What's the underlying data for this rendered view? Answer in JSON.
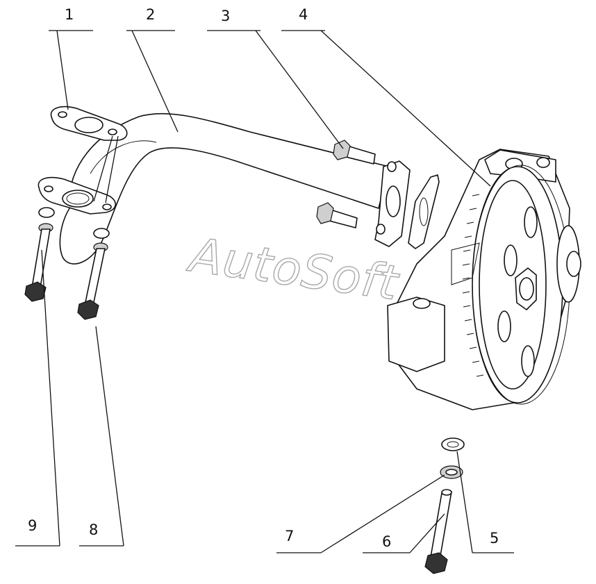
{
  "watermark": "AutoSoft",
  "callouts": [
    {
      "id": "1",
      "label": "1"
    },
    {
      "id": "2",
      "label": "2"
    },
    {
      "id": "3",
      "label": "3"
    },
    {
      "id": "4",
      "label": "4"
    },
    {
      "id": "5",
      "label": "5"
    },
    {
      "id": "6",
      "label": "6"
    },
    {
      "id": "7",
      "label": "7"
    },
    {
      "id": "8",
      "label": "8"
    },
    {
      "id": "9",
      "label": "9"
    }
  ]
}
